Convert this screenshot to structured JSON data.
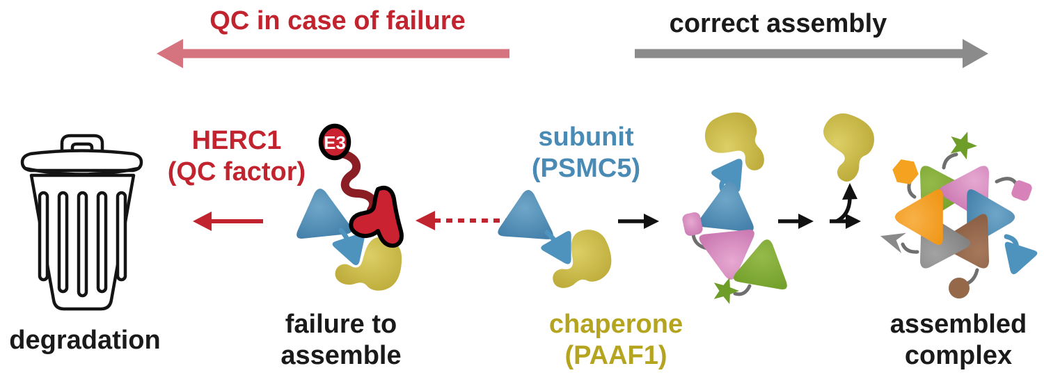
{
  "figure": {
    "background": "#ffffff",
    "top_arrows": {
      "qc_label": "QC in case of failure",
      "assembly_label": "correct assembly"
    },
    "stages": {
      "degradation_label": "degradation",
      "herc1": {
        "line1": "HERC1",
        "line2": "(QC factor)"
      },
      "e3_badge": "E3",
      "failure": {
        "line1": "failure to",
        "line2": "assemble"
      },
      "subunit": {
        "line1": "subunit",
        "line2": "(PSMC5)"
      },
      "chaperone": {
        "line1": "chaperone",
        "line2": "(PAAF1)"
      },
      "assembled": {
        "line1": "assembled",
        "line2": "complex"
      }
    },
    "colors": {
      "qc_text_red": "#c2242f",
      "qc_arrow_fill": "#d5737e",
      "assembly_arrow_gray": "#8b8b8b",
      "subunit_blue": "#4a8bb5",
      "chaperone_olive": "#b5a41f",
      "e3_linker_dark_red": "#8a1e24",
      "ubiquitin_red": "#cb2231",
      "text_black": "#1a1a1a",
      "complex_pink": "#d783ba",
      "complex_green": "#74a12c",
      "complex_orange": "#f4a21f",
      "complex_gray": "#8e8e8e",
      "complex_brown": "#96684a"
    }
  }
}
